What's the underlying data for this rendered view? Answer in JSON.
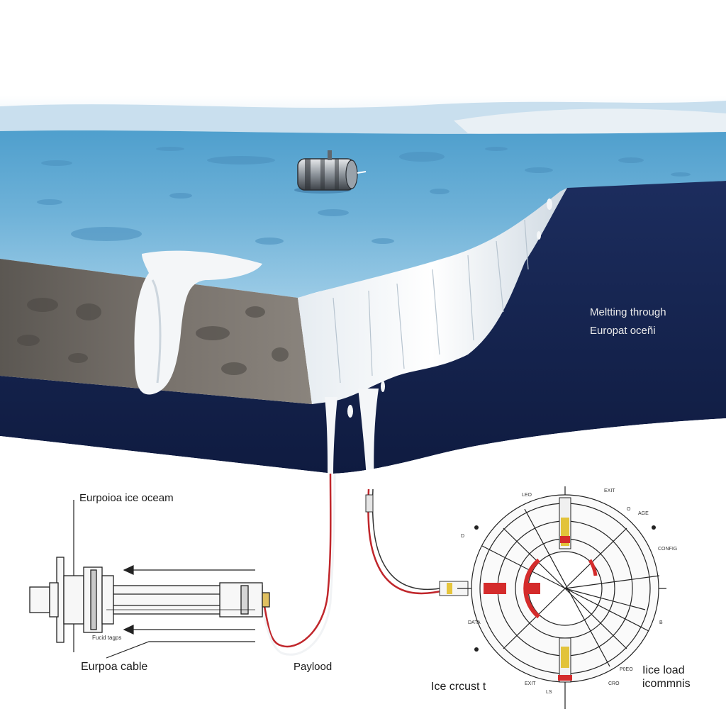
{
  "labels": {
    "melting_line1": "Meltting through",
    "melting_line2": "Europat oceñi",
    "europa_ice_ocean": "Eurpoioa ice oceam",
    "europa_cable": "Eurpoa cable",
    "payload": "Paylood",
    "ice_crust": "Ice crcust t",
    "ice_load_line1": "Iice load",
    "ice_load_line2": "icommnis",
    "small_tag": "Fucid tagps"
  },
  "colors": {
    "sky": "#dbe9f3",
    "ice_surface": "#6fb2d8",
    "ocean": "#152450",
    "rock": "#6d6863",
    "meltwater": "#f4f6f8",
    "cable_red": "#c0262b",
    "line": "#222222"
  },
  "icons": {
    "probe": "cryobot-probe-icon",
    "thruster": "drill-probe-diagram",
    "cross_section": "circular-cross-section-diagram"
  }
}
